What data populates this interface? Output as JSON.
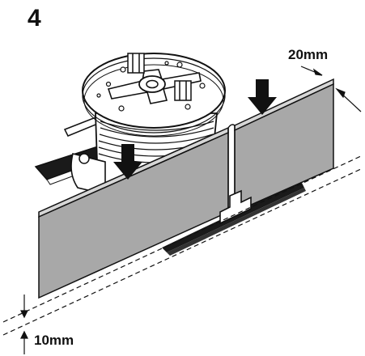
{
  "step": {
    "number": "4"
  },
  "dimensions": {
    "top_gap": "20mm",
    "bottom_gap": "10mm"
  },
  "colors": {
    "panel_front": "#a8a8a8",
    "panel_top": "#d6d6d6",
    "outline": "#111111",
    "pedestal": "#ffffff",
    "shadow": "#1a1a1a",
    "arrow": "#111111"
  }
}
